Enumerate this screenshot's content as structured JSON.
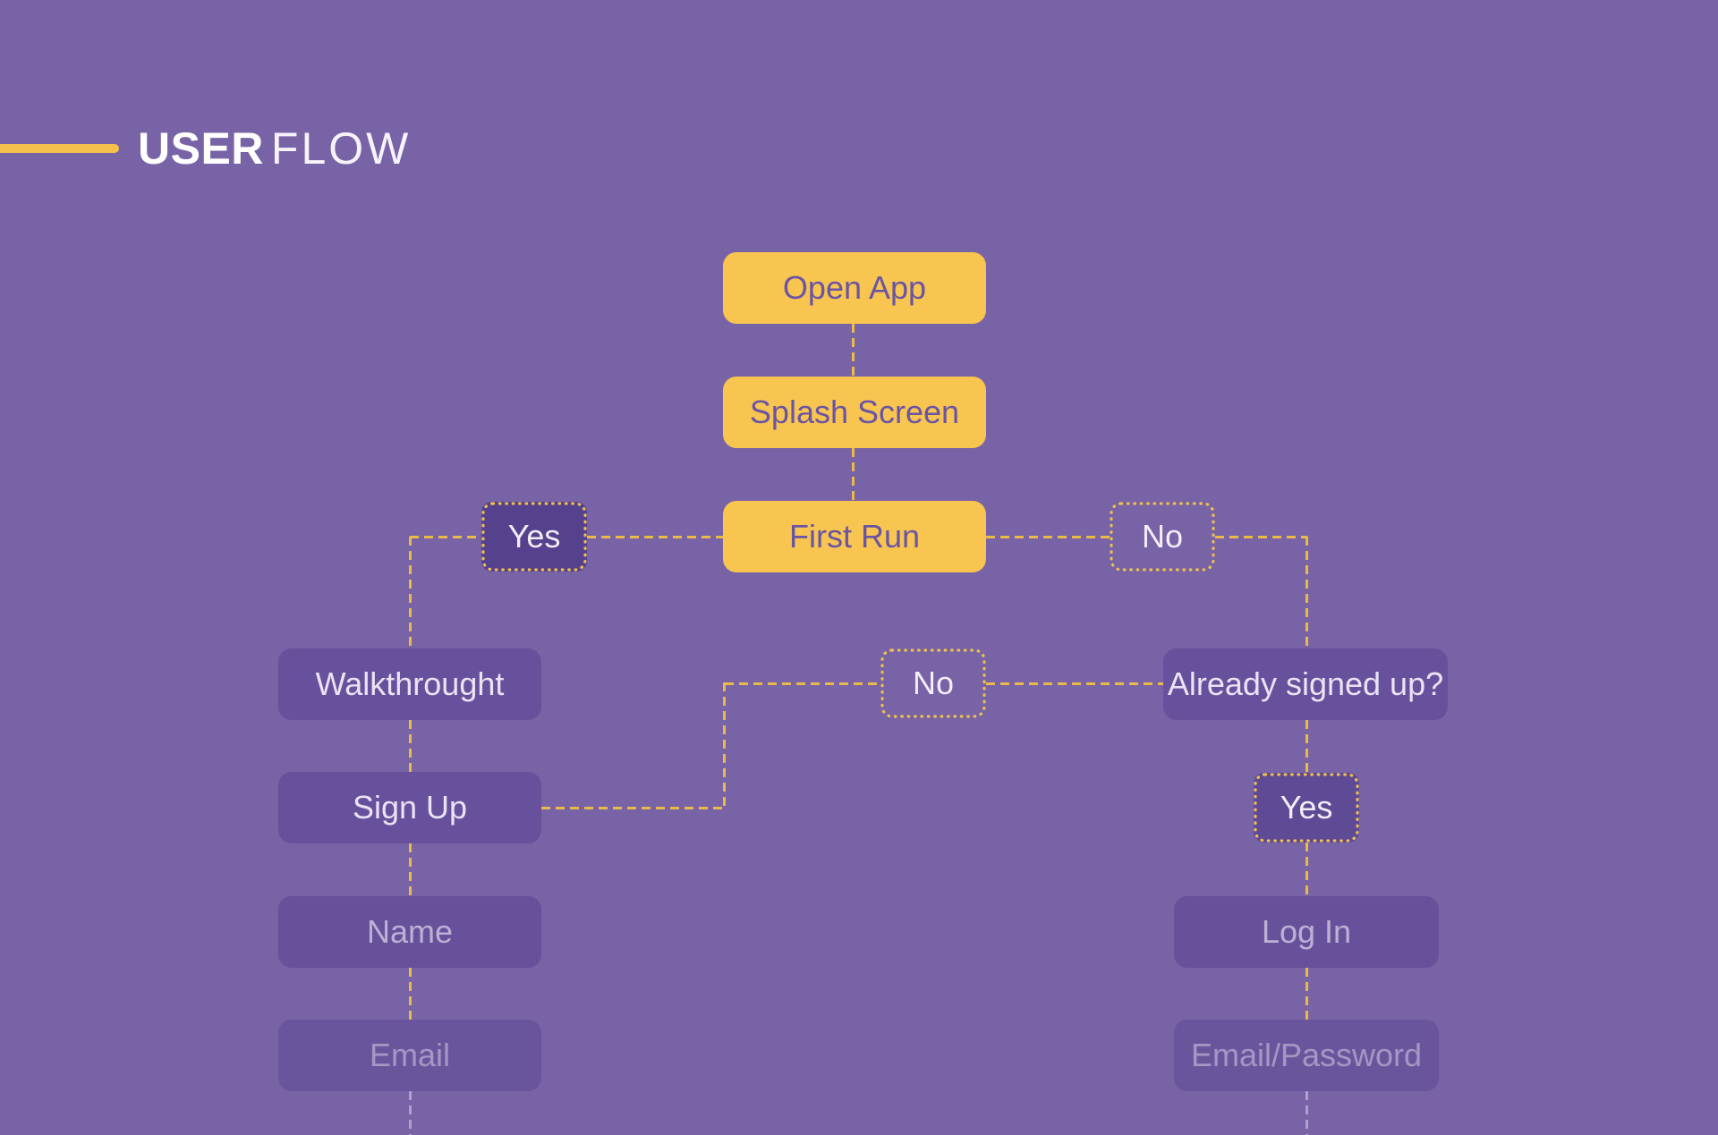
{
  "title": {
    "primary": "USER",
    "secondary": "FLOW"
  },
  "nodes": {
    "open_app": {
      "label": "Open App"
    },
    "splash_screen": {
      "label": "Splash Screen"
    },
    "first_run": {
      "label": "First Run"
    },
    "yes_left": {
      "label": "Yes"
    },
    "no_right": {
      "label": "No"
    },
    "walkthrough": {
      "label": "Walkthrought"
    },
    "no_center": {
      "label": "No"
    },
    "already_signed_up": {
      "label": "Already signed up?"
    },
    "sign_up": {
      "label": "Sign Up"
    },
    "yes_right": {
      "label": "Yes"
    },
    "name": {
      "label": "Name"
    },
    "log_in": {
      "label": "Log In"
    },
    "email": {
      "label": "Email"
    },
    "email_password": {
      "label": "Email/Password"
    }
  },
  "colors": {
    "background": "#7763a5",
    "accent_yellow": "#f5c04c",
    "node_yellow": "#f8c550",
    "node_yellow_text": "#6a54a4",
    "node_dark_purple": "#67519c",
    "decision_fill_dark": "#55418d",
    "connector_yellow": "#e9b94a",
    "dotted_border_yellow": "#eec04f",
    "light_text": "#e9e3f4",
    "title_text": "#ffffff"
  }
}
